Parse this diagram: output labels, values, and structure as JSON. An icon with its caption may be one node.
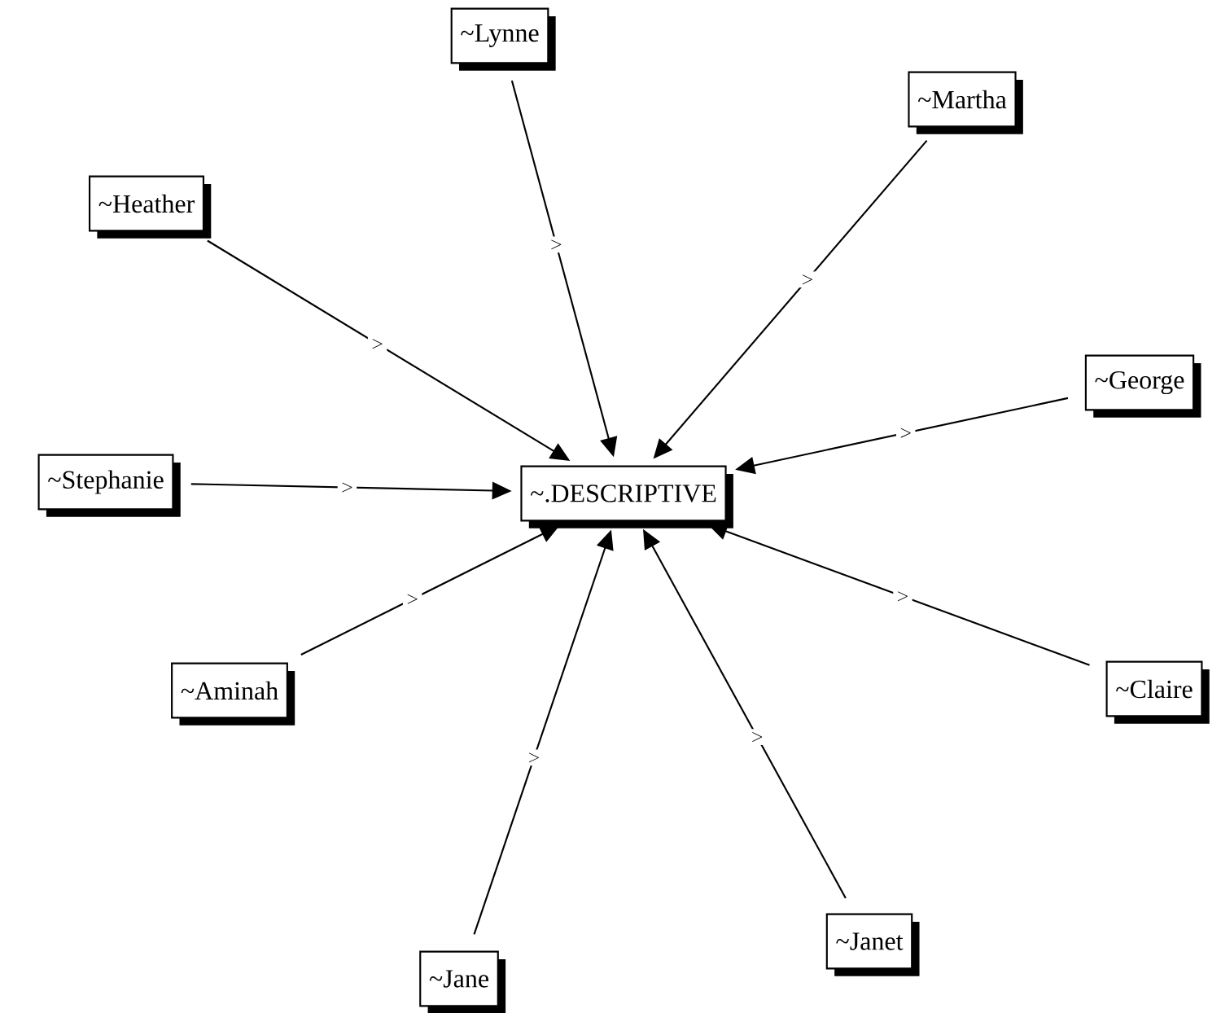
{
  "diagram": {
    "nodes": [
      {
        "text": [
          "~Lynne"
        ]
      },
      {
        "text": [
          "~Martha"
        ]
      },
      {
        "text": [
          "~Heather"
        ]
      },
      {
        "text": [
          "~George"
        ]
      },
      {
        "text": [
          "~Stephanie"
        ]
      },
      {
        "text": [
          "~.DESCRIPTIVE"
        ]
      },
      {
        "text": [
          "~Aminah"
        ]
      },
      {
        "text": [
          "~Claire"
        ]
      },
      {
        "text": [
          "~Janet"
        ]
      },
      {
        "text": [
          "~Jane"
        ]
      }
    ],
    "edges": [
      {
        "from": 0,
        "to": 5,
        "arrow": "to",
        "label": ">"
      },
      {
        "from": 1,
        "to": 5,
        "arrow": "to",
        "label": ">"
      },
      {
        "from": 2,
        "to": 5,
        "arrow": "to",
        "label": ">"
      },
      {
        "from": 3,
        "to": 5,
        "arrow": "to",
        "label": ">"
      },
      {
        "from": 4,
        "to": 5,
        "arrow": "to",
        "label": ">"
      },
      {
        "from": 6,
        "to": 5,
        "arrow": "to",
        "label": ">"
      },
      {
        "from": 7,
        "to": 5,
        "arrow": "to",
        "label": ">"
      },
      {
        "from": 8,
        "to": 5,
        "arrow": "to",
        "label": ">"
      },
      {
        "from": 9,
        "to": 5,
        "arrow": "to",
        "label": ">"
      }
    ]
  }
}
